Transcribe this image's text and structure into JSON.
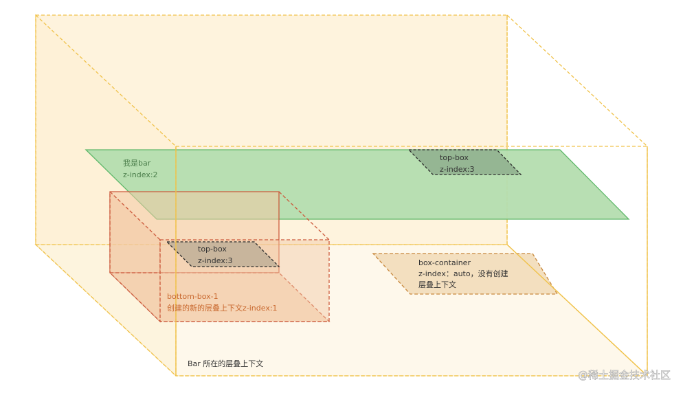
{
  "diagram": {
    "bar_label": [
      "我是bar",
      "z-index:2"
    ],
    "top_box_upper": [
      "top-box",
      "z-index:3"
    ],
    "top_box_lower": [
      "top-box",
      "z-index:3"
    ],
    "bottom_box": [
      "bottom-box-1",
      "创建的新的层叠上下文z-index:1"
    ],
    "box_container": [
      "box-container",
      "z-index：auto，没有创建",
      "层叠上下文"
    ],
    "outer_context": "Bar 所在的层叠上下文",
    "watermark": "@稀土掘金技术社区"
  },
  "colors": {
    "outer_fill": "#fdefd2",
    "outer_stroke": "#f0c24a",
    "bar_fill": "#b4ddaf",
    "bar_stroke": "#5fb86a",
    "bottom_fill": "#f2c8a4",
    "bottom_stroke": "#cc5a3c",
    "top_box_fill": "#95b693",
    "top_box_lower_fill": "#c8b59c",
    "container_fill": "#f3dfbf",
    "container_stroke": "#c8883c",
    "bar_text": "#4a7d4a",
    "bottom_text": "#c9692f",
    "dark_text": "#333333"
  }
}
